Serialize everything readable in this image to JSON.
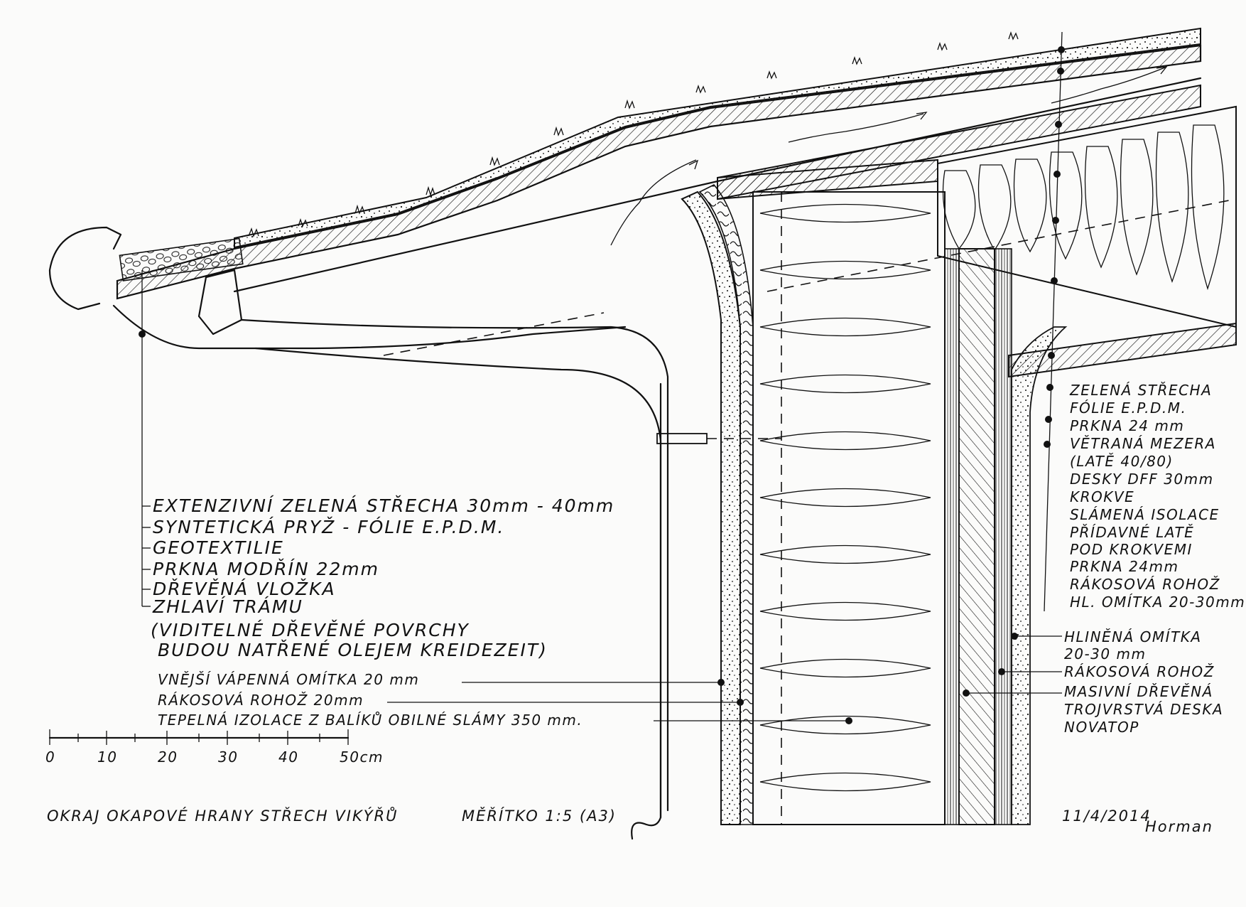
{
  "left_labels": [
    "EXTENZIVNÍ ZELENÁ STŘECHA 30mm - 40mm",
    "SYNTETICKÁ PRYŽ - FÓLIE E.P.D.M.",
    "GEOTEXTILIE",
    "PRKNA MODŘÍN 22mm",
    "DŘEVĚNÁ VLOŽKA",
    "ZHLAVÍ TRÁMU"
  ],
  "left_note": [
    "(VIDITELNÉ DŘEVĚNÉ POVRCHY",
    "BUDOU NATŘENÉ OLEJEM KREIDEZEIT)"
  ],
  "wall_labels": [
    "VNĚJŠÍ VÁPENNÁ OMÍTKA 20 mm",
    "RÁKOSOVÁ ROHOŽ 20mm",
    "TEPELNÁ IZOLACE Z BALÍKŮ OBILNÉ SLÁMY 350 mm."
  ],
  "right_labels": [
    "ZELENÁ STŘECHA",
    "FÓLIE E.P.D.M.",
    "PRKNA 24 mm",
    "VĚTRANÁ MEZERA",
    "(LATĚ 40/80)",
    "DESKY DFF 30mm",
    "KROKVE",
    "SLÁMENÁ ISOLACE",
    "PŘÍDAVNÉ LATĚ",
    "POD KROKVEMI",
    "PRKNA 24mm",
    "RÁKOSOVÁ ROHOŽ",
    "HL. OMÍTKA 20-30mm"
  ],
  "interior_labels": [
    "HLINĚNÁ OMÍTKA",
    "20-30 mm",
    "RÁKOSOVÁ ROHOŽ",
    "MASIVNÍ DŘEVĚNÁ",
    "TROJVRSTVÁ DESKA",
    "NOVATOP"
  ],
  "scale_bar": {
    "ticks": [
      "0",
      "10",
      "20",
      "30",
      "40",
      "50cm"
    ]
  },
  "footer": {
    "title": "OKRAJ OKAPOVÉ HRANY STŘECH VIKÝŘŮ",
    "scale": "MĚŘÍTKO 1:5 (A3)",
    "date": "11/4/2014",
    "signature": "Horman"
  }
}
